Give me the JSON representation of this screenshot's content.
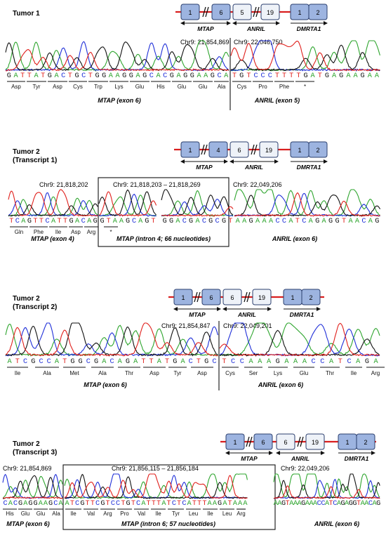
{
  "panels": [
    {
      "title": "Tumor 1",
      "subtitle": "",
      "gene_map": {
        "exons": [
          "1",
          "6",
          "5",
          "19",
          "1",
          "2"
        ],
        "genes": [
          "MTAP",
          "ANRIL",
          "DMRTA1"
        ]
      },
      "coords": [
        "Chr9: 21,854,869",
        "Chr9: 22,046,750",
        ""
      ],
      "seq_segments": [
        "GATTATGACTGCTGGAAGGAGCACGAGGAAGCA",
        "TGTCCCTTTTGATGAGAAGAA"
      ],
      "amino_acids": [
        "Asp",
        "Tyr",
        "Asp",
        "Cys",
        "Trp",
        "Lys",
        "Glu",
        "His",
        "Glu",
        "Glu",
        "Ala",
        "Cys",
        "Pro",
        "Phe",
        "*"
      ],
      "region_labels": [
        "MTAP (exon 6)",
        "ANRIL (exon 5)"
      ]
    },
    {
      "title": "Tumor 2",
      "subtitle": "(Transcript 1)",
      "gene_map": {
        "exons": [
          "1",
          "4",
          "6",
          "19",
          "1",
          "2"
        ],
        "genes": [
          "MTAP",
          "ANRIL",
          "DMRTA1"
        ]
      },
      "coords": [
        "Chr9: 21,818,202",
        "Chr9: 21,818,203 – 21,818,269",
        "Chr9: 22,049,206"
      ],
      "seq_segments": [
        "TCAGTTCATTGACAG",
        "GTAAGCAGT",
        "GGACGACGCGT",
        "AAGAAACCATCAGAGGTAACAG"
      ],
      "amino_acids": [
        "Gln",
        "Phe",
        "Ile",
        "Asp",
        "Arg",
        "*"
      ],
      "region_labels": [
        "MTAP (exon 4)",
        "MTAP (intron 4; 66 nucleotides)",
        "ANRIL (exon 6)"
      ]
    },
    {
      "title": "Tumor 2",
      "subtitle": "(Transcript 2)",
      "gene_map": {
        "exons": [
          "1",
          "6",
          "6",
          "19",
          "1",
          "2"
        ],
        "genes": [
          "MTAP",
          "ANRIL",
          "DMRTA1"
        ]
      },
      "coords": [
        "Chr9: 21,854,847",
        "Chr9: 22,049,201",
        ""
      ],
      "seq_segments": [
        "ATCGCCATGGCGACAGATTATGACTGC",
        "TCCAAAGAAACCATCAGA"
      ],
      "amino_acids": [
        "Ile",
        "Ala",
        "Met",
        "Ala",
        "Thr",
        "Asp",
        "Tyr",
        "Asp",
        "Cys",
        "Ser",
        "Lys",
        "Glu",
        "Thr",
        "Ile",
        "Arg"
      ],
      "region_labels": [
        "MTAP (exon 6)",
        "ANRIL (exon 6)"
      ]
    },
    {
      "title": "Tumor 2",
      "subtitle": "(Transcript 3)",
      "gene_map": {
        "exons": [
          "1",
          "6",
          "6",
          "19",
          "1",
          "2"
        ],
        "genes": [
          "MTAP",
          "ANRIL",
          "DMRTA1"
        ]
      },
      "coords": [
        "Chr9: 21,854,869",
        "Chr9: 21,856,115 – 21,856,184",
        "Chr9: 22,049,206"
      ],
      "seq_segments": [
        "CACGAGGAAGCA",
        "ATCGTTCGTCCTGTCATTTATCTCATTTAAGATAAA",
        "AAGTAAAGAAACCATCAGAGGTAACAG"
      ],
      "amino_acids": [
        "His",
        "Glu",
        "Glu",
        "Ala",
        "Ile",
        "Val",
        "Arg",
        "Pro",
        "Val",
        "Ile",
        "Tyr",
        "Leu",
        "Ile",
        "Leu",
        "Arg",
        "*"
      ],
      "region_labels": [
        "MTAP (exon 6)",
        "MTAP (intron 6; 57 nucleotides)",
        "ANRIL (exon 6)"
      ]
    }
  ],
  "colors": {
    "A": "#2ea52e",
    "C": "#1f2fd8",
    "G": "#111111",
    "T": "#e0201c",
    "exon_fill": "#9db4e0",
    "exon_stroke": "#2b3f6e",
    "exon_light": "#eef2f8",
    "intron_line": "#d91f1f"
  }
}
